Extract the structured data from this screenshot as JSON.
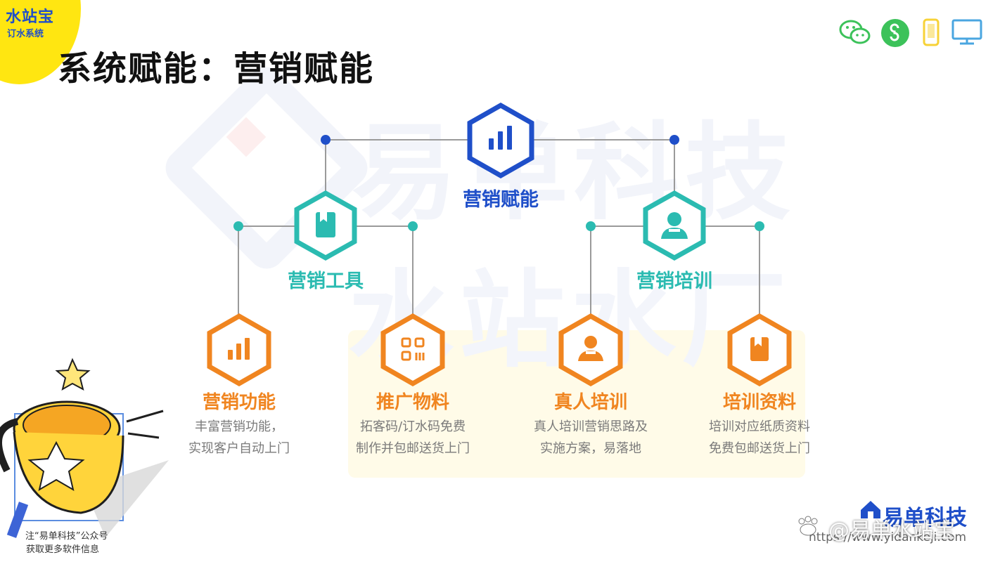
{
  "logo": {
    "main": "水站宝",
    "sub": "订水系统"
  },
  "page_title": "系统赋能：营销赋能",
  "watermark": {
    "line1": "易单科技",
    "line2": "水站水厂"
  },
  "root": {
    "title": "营销赋能",
    "icon": "bar-chart-icon"
  },
  "branches": [
    {
      "title": "营销工具",
      "icon": "book-icon"
    },
    {
      "title": "营销培训",
      "icon": "person-icon"
    }
  ],
  "leaves": [
    {
      "title": "营销功能",
      "icon": "bar-chart-icon",
      "desc": [
        "丰富营销功能，",
        "实现客户自动上门"
      ]
    },
    {
      "title": "推广物料",
      "icon": "qr-code-icon",
      "desc": [
        "拓客码/订水码免费",
        "制作并包邮送货上门"
      ]
    },
    {
      "title": "真人培训",
      "icon": "person-icon",
      "desc": [
        "真人培训营销思路及",
        "实施方案，易落地"
      ]
    },
    {
      "title": "培训资料",
      "icon": "book-icon",
      "desc": [
        "培训对应纸质资料",
        "免费包邮送货上门"
      ]
    }
  ],
  "top_right_icons": [
    "wechat-icon",
    "mini-program-icon",
    "mobile-icon",
    "desktop-icon"
  ],
  "qr_caption": [
    "注“易单科技”公众号",
    "获取更多软件信息"
  ],
  "brand_bottom": "易单科技",
  "url": "https://www.yidankeji.com",
  "credit": "@易单水站宝",
  "colors": {
    "blue": "#1f4fc9",
    "teal": "#2bbbb1",
    "orange": "#f08520",
    "yellow": "#ffe611"
  }
}
